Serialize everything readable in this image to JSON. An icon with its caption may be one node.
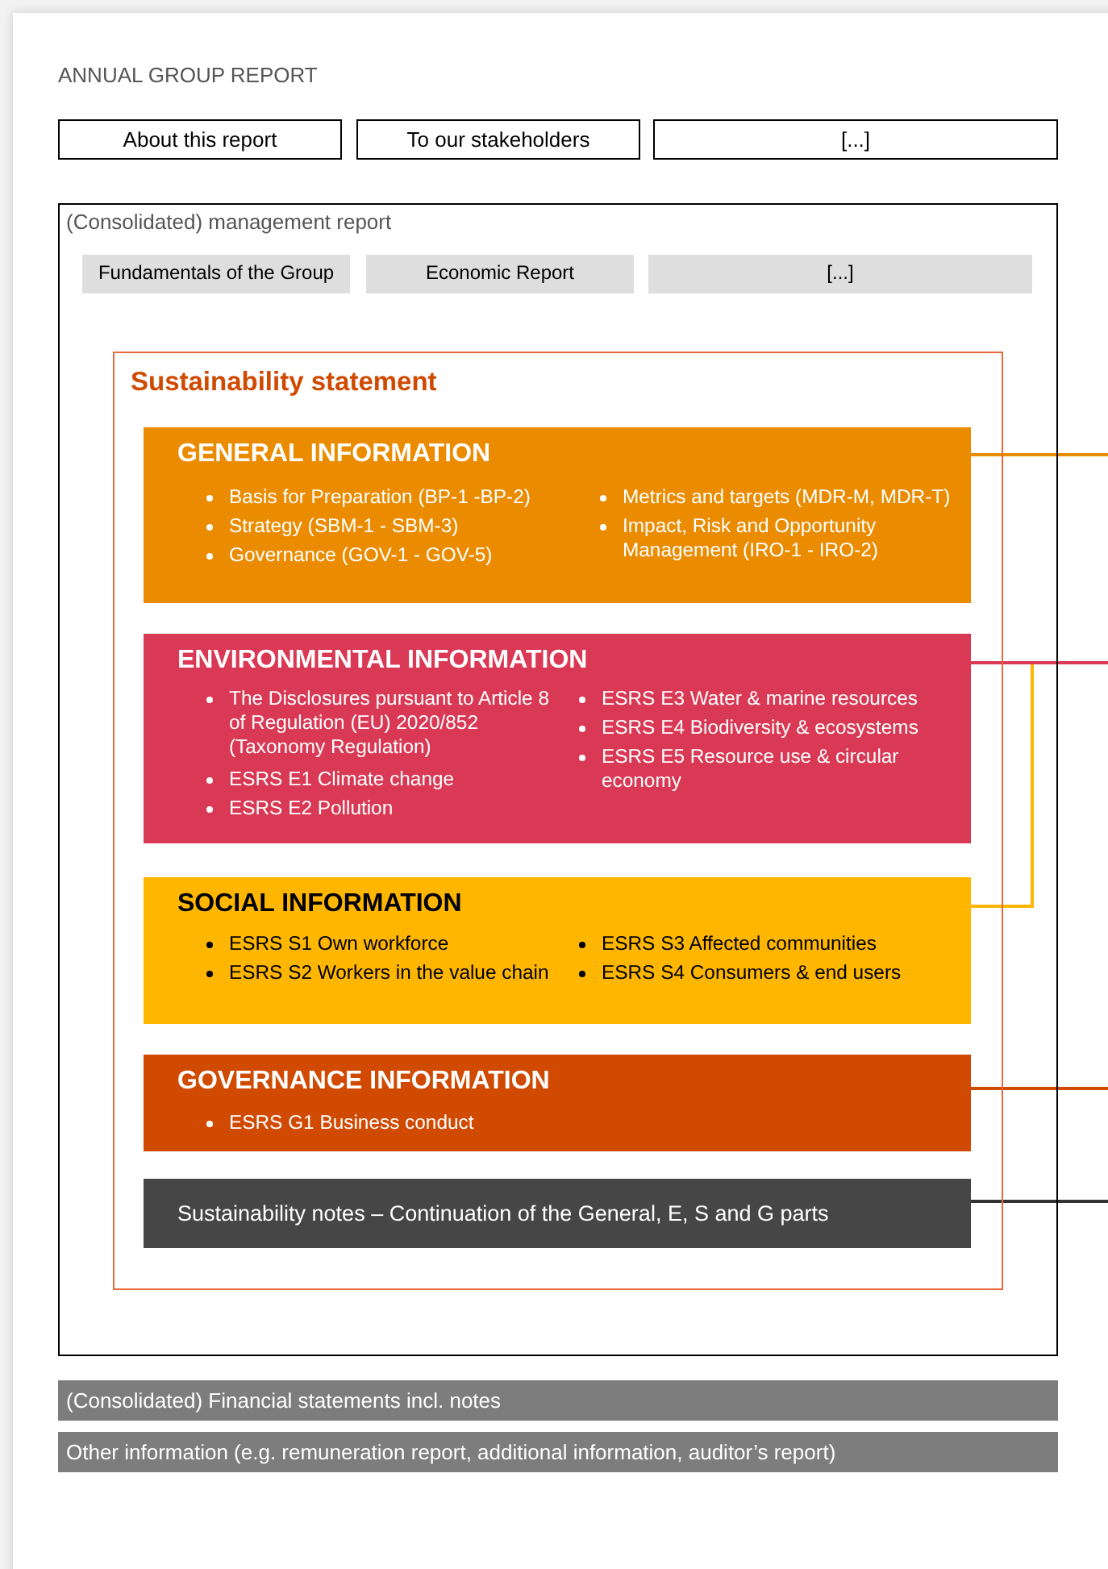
{
  "diagram": {
    "title": "ANNUAL GROUP REPORT",
    "nodes": [
      {
        "text": [
          "About this report"
        ]
      },
      {
        "text": [
          "To our stakeholders"
        ]
      },
      {
        "text": [
          "[...]"
        ]
      },
      {
        "text": [
          "(Consolidated) management report"
        ]
      },
      {
        "text": [
          "Fundamentals of the Group"
        ],
        "in": 3
      },
      {
        "text": [
          "Economic Report"
        ],
        "in": 3
      },
      {
        "text": [
          "[...]"
        ],
        "in": 3
      },
      {
        "text": [
          "Sustainability statement"
        ],
        "in": 3
      },
      {
        "text": [
          "GENERAL INFORMATION",
          "Basis for Preparation (BP-1 -BP-2)",
          "Strategy (SBM-1 - SBM-3)",
          "Governance (GOV-1 - GOV-5)",
          "Metrics and targets (MDR-M, MDR-T)",
          "Impact, Risk and Opportunity Management (IRO-1 - IRO-2)"
        ],
        "in": 7
      },
      {
        "text": [
          "ENVIRONMENTAL INFORMATION",
          "The Disclosures pursuant to Article 8 of Regulation (EU) 2020/852 (Taxonomy Regulation)",
          "ESRS E1 Climate change",
          "ESRS E2 Pollution",
          "ESRS E3 Water & marine resources",
          "ESRS E4 Biodiversity & ecosystems",
          "ESRS E5 Resource use & circular economy"
        ],
        "in": 7
      },
      {
        "text": [
          "SOCIAL INFORMATION",
          "ESRS S1 Own workforce",
          "ESRS S2 Workers in the value chain",
          "ESRS S3 Affected communities",
          "ESRS S4 Consumers & end users"
        ],
        "in": 7
      },
      {
        "text": [
          "GOVERNANCE INFORMATION",
          "ESRS G1 Business conduct"
        ],
        "in": 7
      },
      {
        "text": [
          "Sustainability notes – Continuation of the General, E, S and G parts"
        ],
        "in": 7
      },
      {
        "text": [
          "(Consolidated) Financial statements incl. notes"
        ]
      },
      {
        "text": [
          "Other information (e.g. remuneration report, additional information, auditor’s report)"
        ]
      }
    ],
    "edges": [
      {
        "from": 8,
        "to": null,
        "arrow": "none",
        "color": "#eb8c00"
      },
      {
        "from": 9,
        "to": null,
        "arrow": "none",
        "color": "#d93954"
      },
      {
        "from": 10,
        "to": null,
        "arrow": "none",
        "color": "#ffb600"
      },
      {
        "from": 11,
        "to": null,
        "arrow": "none",
        "color": "#d04a02"
      },
      {
        "from": 12,
        "to": null,
        "arrow": "none",
        "color": "#333333"
      }
    ]
  }
}
